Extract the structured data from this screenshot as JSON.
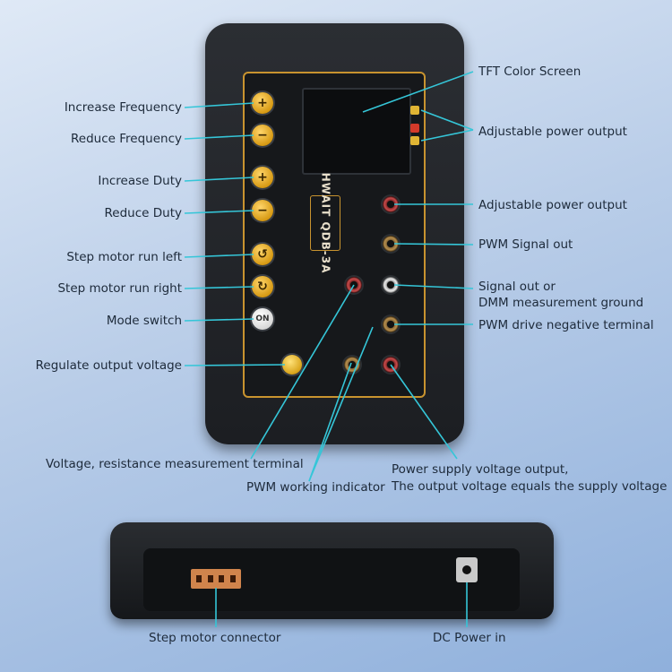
{
  "device": {
    "brand": "HWAIT  QDB-3A",
    "button_plus": "+",
    "button_minus": "−",
    "mode_button": "ON"
  },
  "callouts_left": [
    "Increase Frequency",
    "Reduce Frequency",
    "Increase Duty",
    "Reduce Duty",
    "Step motor run left",
    "Step motor run right",
    "Mode switch",
    "Regulate output voltage"
  ],
  "callouts_right": [
    "TFT Color  Screen",
    "Adjustable power output",
    "Adjustable power output",
    "PWM Signal out",
    "Signal out or",
    "DMM measurement ground",
    "PWM drive negative terminal"
  ],
  "callouts_bottom": {
    "voltage_resistance": "Voltage, resistance measurement terminal",
    "pwm_indicator": "PWM working indicator",
    "supply_output_1": "Power supply voltage output,",
    "supply_output_2": "The output voltage equals the supply voltage",
    "step_connector": "Step motor connector",
    "dc_power": "DC Power in"
  },
  "colors": {
    "callout_line": "#35c6d8",
    "accent_gold": "#c8932f"
  }
}
